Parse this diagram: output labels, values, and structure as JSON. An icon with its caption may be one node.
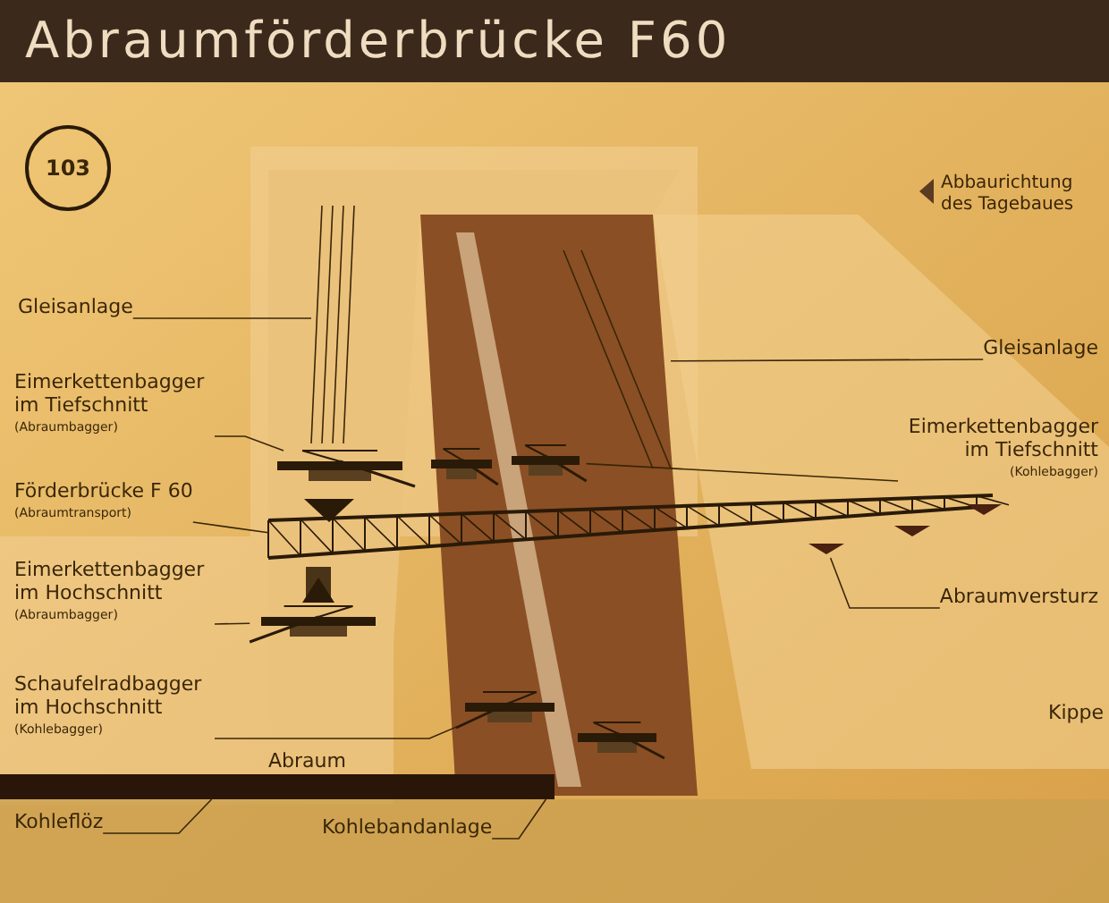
{
  "diagram": {
    "title": "Abraumförderbrücke F60",
    "nodes": [
      {
        "text": [
          "Gleisanlage"
        ]
      },
      {
        "text": [
          "Eimerkettenbagger im Tiefschnitt",
          "(Abraumbagger)"
        ]
      },
      {
        "text": [
          "Förderbrücke F 60",
          "(Abraumtransport)"
        ]
      },
      {
        "text": [
          "Eimerkettenbagger im Hochschnitt",
          "(Abraumbagger)"
        ]
      },
      {
        "text": [
          "Schaufelradbagger im Hochschnitt",
          "(Kohlebagger)"
        ]
      },
      {
        "text": [
          "Gleisanlage"
        ]
      },
      {
        "text": [
          "Eimerkettenbagger im Tiefschnitt",
          "(Kohlebagger)"
        ]
      },
      {
        "text": [
          "Abraumversturz"
        ]
      },
      {
        "text": [
          "Kohleflöz"
        ]
      },
      {
        "text": [
          "Kohlebandanlage"
        ]
      },
      {
        "text": [],
        "shape": "picture"
      },
      {
        "text": [],
        "shape": "picture"
      },
      {
        "text": [],
        "shape": "picture"
      },
      {
        "text": [],
        "shape": "picture"
      },
      {
        "text": [],
        "shape": "picture"
      },
      {
        "text": [],
        "shape": "picture"
      },
      {
        "text": [],
        "shape": "picture"
      },
      {
        "text": [],
        "shape": "bar"
      }
    ],
    "edges": [
      {
        "from": 0,
        "to": 10,
        "arrow": "none"
      },
      {
        "from": 1,
        "to": 11,
        "arrow": "none"
      },
      {
        "from": 2,
        "to": 12,
        "arrow": "none"
      },
      {
        "from": 3,
        "to": 13,
        "arrow": "none"
      },
      {
        "from": 4,
        "to": 14,
        "arrow": "none"
      },
      {
        "from": 5,
        "to": 15,
        "arrow": "none"
      },
      {
        "from": 6,
        "to": 16,
        "arrow": "none"
      },
      {
        "from": 7,
        "to": 12,
        "arrow": "none"
      },
      {
        "from": 8,
        "to": 17,
        "arrow": "none"
      },
      {
        "from": 9,
        "to": 17,
        "arrow": "none"
      }
    ],
    "labels": [
      "103",
      "Abbaurichtung des Tagebaues",
      "Kippe",
      "Abraum"
    ]
  }
}
